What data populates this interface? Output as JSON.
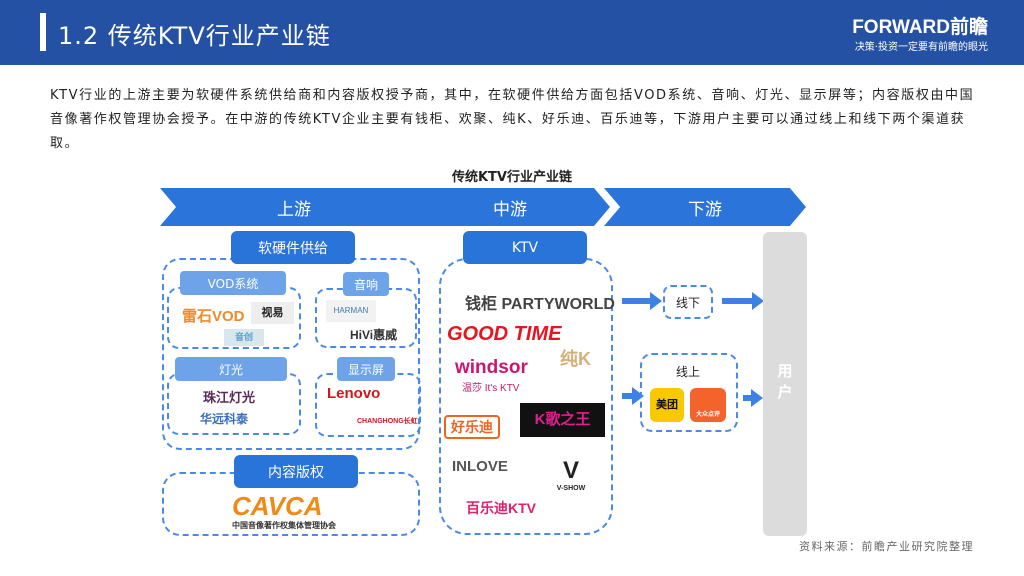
{
  "header": {
    "title": "1.2 传统KTV行业产业链",
    "brand": "FORWARD前瞻",
    "slogan": "决策·投资一定要有前瞻的眼光"
  },
  "intro": "KTV行业的上游主要为软硬件系统供给商和内容版权授予商，其中，在软硬件供给方面包括VOD系统、音响、灯光、显示屏等；内容版权由中国音像著作权管理协会授予。在中游的传统KTV企业主要有钱柜、欢聚、纯K、好乐迪、百乐迪等，下游用户主要可以通过线上和线下两个渠道获取。",
  "chart_title": "传统KTV行业产业链",
  "stages": [
    "上游",
    "中游",
    "下游"
  ],
  "upstream": {
    "hw_label": "软硬件供给",
    "vod_label": "VOD系统",
    "vod_logos": [
      "雷石VOD",
      "视易",
      "音创"
    ],
    "audio_label": "音响",
    "audio_logos": [
      "HARMAN",
      "HiVi惠威"
    ],
    "light_label": "灯光",
    "light_logos": [
      "珠江灯光",
      "华远科泰"
    ],
    "display_label": "显示屏",
    "display_logos": [
      "Lenovo",
      "CHANGHONG长虹"
    ],
    "copyright_label": "内容版权",
    "copyright_logo": "CAVCA",
    "copyright_sub": "中国音像著作权集体管理协会"
  },
  "midstream": {
    "label": "KTV",
    "logos": [
      "钱柜 PARTYWORLD",
      "GOOD TIME",
      "纯K",
      "windsor",
      "温莎 It's KTV",
      "好乐迪",
      "K歌之王",
      "INLOVE",
      "V-SHOW",
      "百乐迪KTV"
    ]
  },
  "downstream": {
    "offline": "线下",
    "online": "线上",
    "apps": [
      "美团",
      "大众点评"
    ],
    "user": "用户"
  },
  "source": "资料来源：前瞻产业研究院整理"
}
